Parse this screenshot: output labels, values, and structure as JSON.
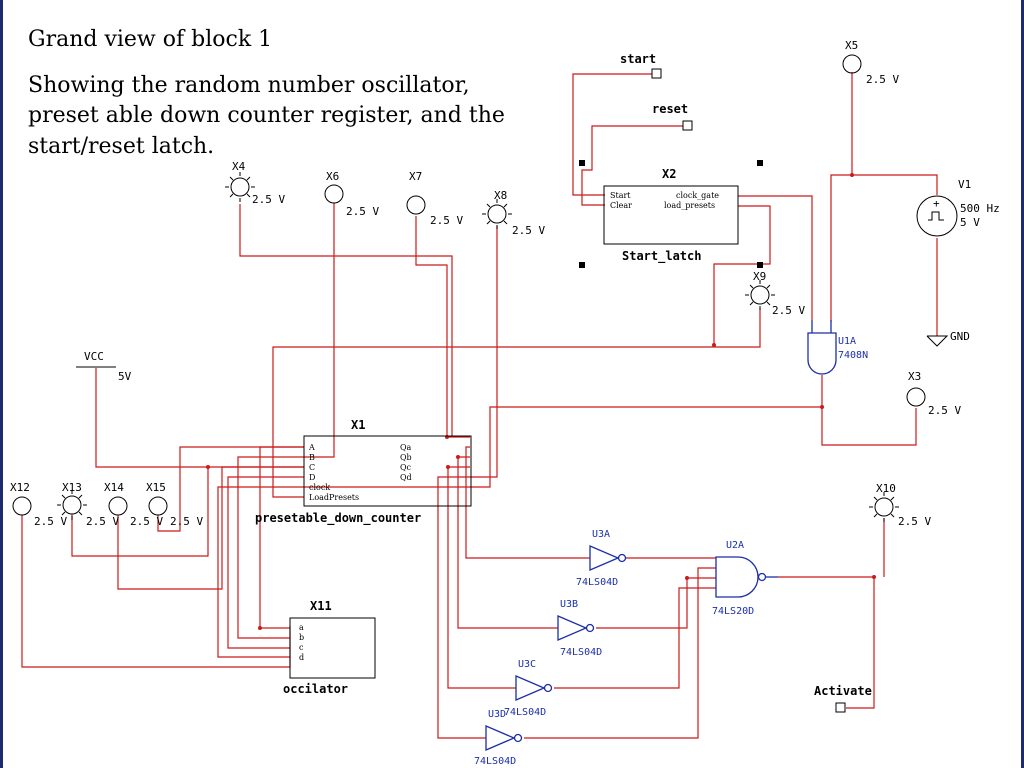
{
  "title": "Grand view of block 1",
  "subtitle_lines": [
    "Showing the random number oscillator,",
    "preset able down counter register, and the",
    "start/reset latch."
  ],
  "ports": {
    "start": "start",
    "reset": "reset",
    "activate": "Activate"
  },
  "latch": {
    "ref": "X2",
    "name": "Start_latch",
    "pin_start": "Start",
    "pin_clear": "Clear",
    "pin_clock_gate": "clock_gate",
    "pin_load_presets": "load_presets"
  },
  "counter": {
    "ref": "X1",
    "name": "presetable_down_counter",
    "pins_left": [
      "A",
      "B",
      "C",
      "D",
      "clock",
      "LoadPresets"
    ],
    "pins_right": [
      "Qa",
      "Qb",
      "Qc",
      "Qd"
    ]
  },
  "oscillator": {
    "ref": "X11",
    "name": "occilator",
    "pins": [
      "a",
      "b",
      "c",
      "d"
    ]
  },
  "source": {
    "ref": "V1",
    "freq": "500 Hz",
    "volts": "5 V",
    "gnd": "GND"
  },
  "vcc": {
    "label": "VCC",
    "volts": "5V"
  },
  "probes": [
    {
      "ref": "X4",
      "val": "2.5 V"
    },
    {
      "ref": "X6",
      "val": "2.5 V"
    },
    {
      "ref": "X7",
      "val": "2.5 V"
    },
    {
      "ref": "X8",
      "val": "2.5 V"
    },
    {
      "ref": "X9",
      "val": "2.5 V"
    },
    {
      "ref": "X5",
      "val": "2.5 V"
    },
    {
      "ref": "X3",
      "val": "2.5 V"
    },
    {
      "ref": "X10",
      "val": "2.5 V"
    },
    {
      "ref": "X12",
      "val": "2.5 V"
    },
    {
      "ref": "X13",
      "val": "2.5 V"
    },
    {
      "ref": "X14",
      "val": "2.5 V"
    },
    {
      "ref": "X15",
      "val": "2.5 V"
    }
  ],
  "gates": {
    "and2": {
      "ref": "U1A",
      "part": "7408N"
    },
    "nand4": {
      "ref": "U2A",
      "part": "74LS20D"
    },
    "inverters": [
      {
        "ref": "U3A",
        "part": "74LS04D"
      },
      {
        "ref": "U3B",
        "part": "74LS04D"
      },
      {
        "ref": "U3C",
        "part": "74LS04D"
      },
      {
        "ref": "U3D",
        "part": "74LS04D"
      }
    ]
  }
}
